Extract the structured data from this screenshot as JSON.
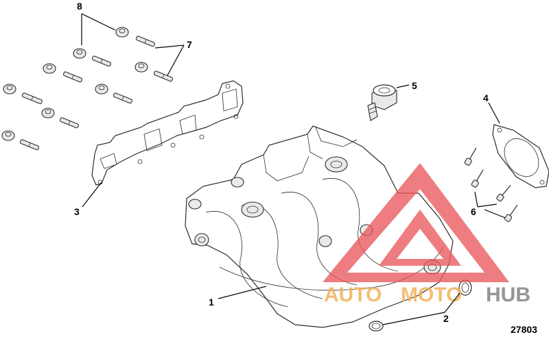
{
  "figure_number": "27803",
  "callouts": {
    "c1": "1",
    "c2": "2",
    "c3": "3",
    "c4": "4",
    "c5": "5",
    "c6": "6",
    "c7": "7",
    "c8": "8"
  },
  "watermark": {
    "part1": "AUTO",
    "part2": "MOTO",
    "part3": "HUB",
    "triangle_color": "#e8595c",
    "text_color": "#f2b25b",
    "hub_color": "#8a8a8a"
  }
}
